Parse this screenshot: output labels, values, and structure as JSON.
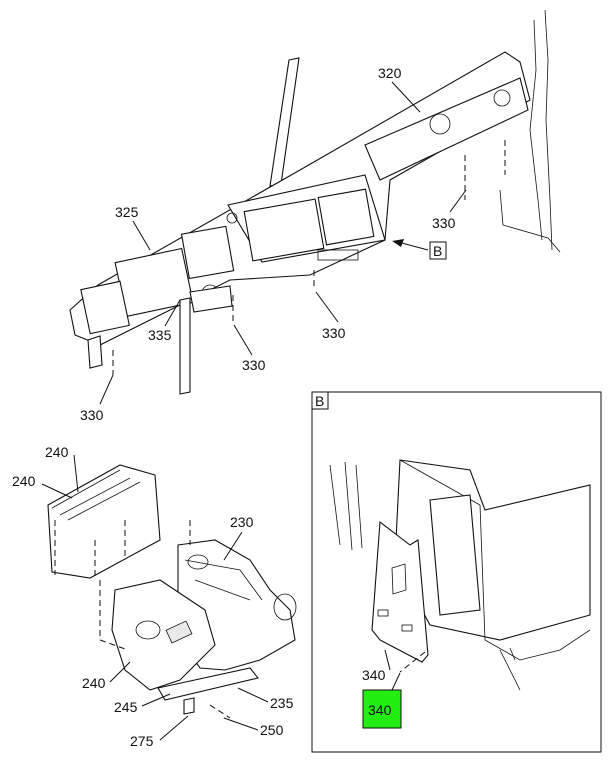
{
  "callouts": {
    "c320": "320",
    "c325": "325",
    "c335": "335",
    "c330_right": "330",
    "c330_center": "330",
    "c330_mid": "330",
    "c330_left": "330",
    "view_ref": "B",
    "c240_top1": "240",
    "c240_top2": "240",
    "c230": "230",
    "c240_bottom": "240",
    "c245": "245",
    "c235": "235",
    "c275": "275",
    "c250": "250",
    "c340_label": "340",
    "c340_highlight": "340"
  },
  "detail_view": {
    "title": "B"
  },
  "colors": {
    "highlight": "#22ee11",
    "line": "#111111",
    "background": "#ffffff"
  }
}
